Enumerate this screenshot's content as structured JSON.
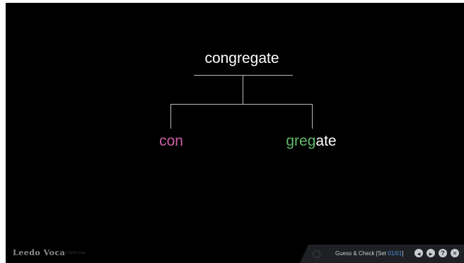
{
  "tree": {
    "root_word": "congregate",
    "left_part": {
      "text": "con",
      "color": "#cc5fa6"
    },
    "right_part": {
      "segments": [
        {
          "text": "greg",
          "color": "#63b86c"
        },
        {
          "text": "ate",
          "color": "#ffffff"
        }
      ]
    },
    "line_color": "#b9b9b9"
  },
  "footer": {
    "logo_text": "Leedo Voca",
    "copyright": "© 2019 Corp.",
    "status_prefix": "Guess & Check [Set ",
    "set_number": "01/01",
    "status_suffix": "]",
    "set_number_color": "#4f95e8",
    "controls": [
      {
        "name": "previous",
        "icon": "left-arrow-icon",
        "glyph": "◀"
      },
      {
        "name": "next",
        "icon": "right-arrow-icon",
        "glyph": "▶"
      },
      {
        "name": "help",
        "icon": "question-icon",
        "glyph": "?"
      },
      {
        "name": "close",
        "icon": "close-icon",
        "glyph": "✕"
      }
    ]
  }
}
